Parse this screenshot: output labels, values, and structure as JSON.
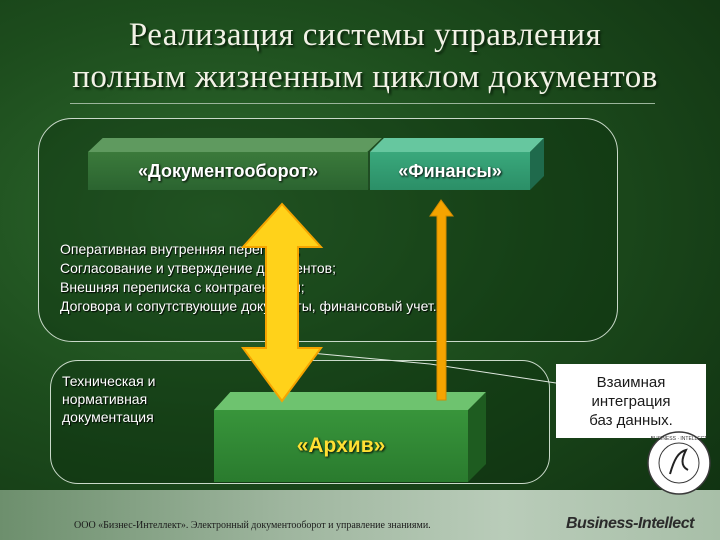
{
  "title": {
    "line1": "Реализация системы управления",
    "line2": "полным жизненным циклом документов"
  },
  "boxes": {
    "documents": "«Документооборот»",
    "finance": "«Финансы»",
    "archive": "«Архив»"
  },
  "list": [
    "Оперативная внутренняя переписка;",
    "Согласование и утверждение документов;",
    "Внешняя переписка с контрагентами;",
    "Договора и сопутствующие документы, финансовый учет."
  ],
  "tech_docs": [
    "Техническая и",
    "нормативная",
    "документация"
  ],
  "integration": [
    "Взаимная",
    "интеграция",
    "баз данных."
  ],
  "footer": {
    "text": "ООО «Бизнес-Интеллект». Электронный документооборот и управление знаниями.",
    "brand": "Business-Intellect"
  },
  "seal": {
    "ring_text": "BUSINESS-INTELLECT",
    "monogram": "Bi"
  },
  "colors": {
    "arrow_yellow": "#ffd21a",
    "arrow_orange": "#f5a400",
    "archive_text": "#ffe033"
  },
  "icons": {
    "bidirectional_arrow": "double-arrow-icon",
    "up_arrow": "up-arrow-icon"
  }
}
